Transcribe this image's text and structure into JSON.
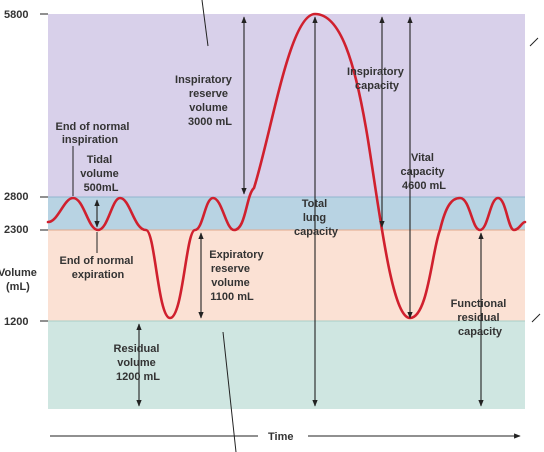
{
  "colors": {
    "irv_band": "#d8d0ea",
    "tv_band": "#b8d3e3",
    "erv_band": "#fbe1d4",
    "rv_band": "#cfe6e1",
    "curve": "#d0202e",
    "text": "#333333"
  },
  "y_axis": {
    "label_line1": "Volume",
    "label_line2": "(mL)",
    "ticks": [
      "5800",
      "2800",
      "2300",
      "1200"
    ]
  },
  "x_axis": {
    "label": "Time"
  },
  "labels": {
    "end_normal_inspiration": [
      "End of normal",
      "inspiration"
    ],
    "tidal_volume": [
      "Tidal",
      "volume",
      "500mL"
    ],
    "end_normal_expiration": [
      "End of normal",
      "expiration"
    ],
    "irv": [
      "Inspiratory",
      "reserve",
      "volume",
      "3000 mL"
    ],
    "erv": [
      "Expiratory",
      "reserve",
      "volume",
      "1100 mL"
    ],
    "residual": [
      "Residual",
      "volume",
      "1200 mL"
    ],
    "tlc": [
      "Total",
      "lung",
      "capacity"
    ],
    "ic": [
      "Inspiratory",
      "capacity"
    ],
    "vc": [
      "Vital",
      "capacity",
      "4600 mL"
    ],
    "frc": [
      "Functional",
      "residual",
      "capacity"
    ]
  }
}
